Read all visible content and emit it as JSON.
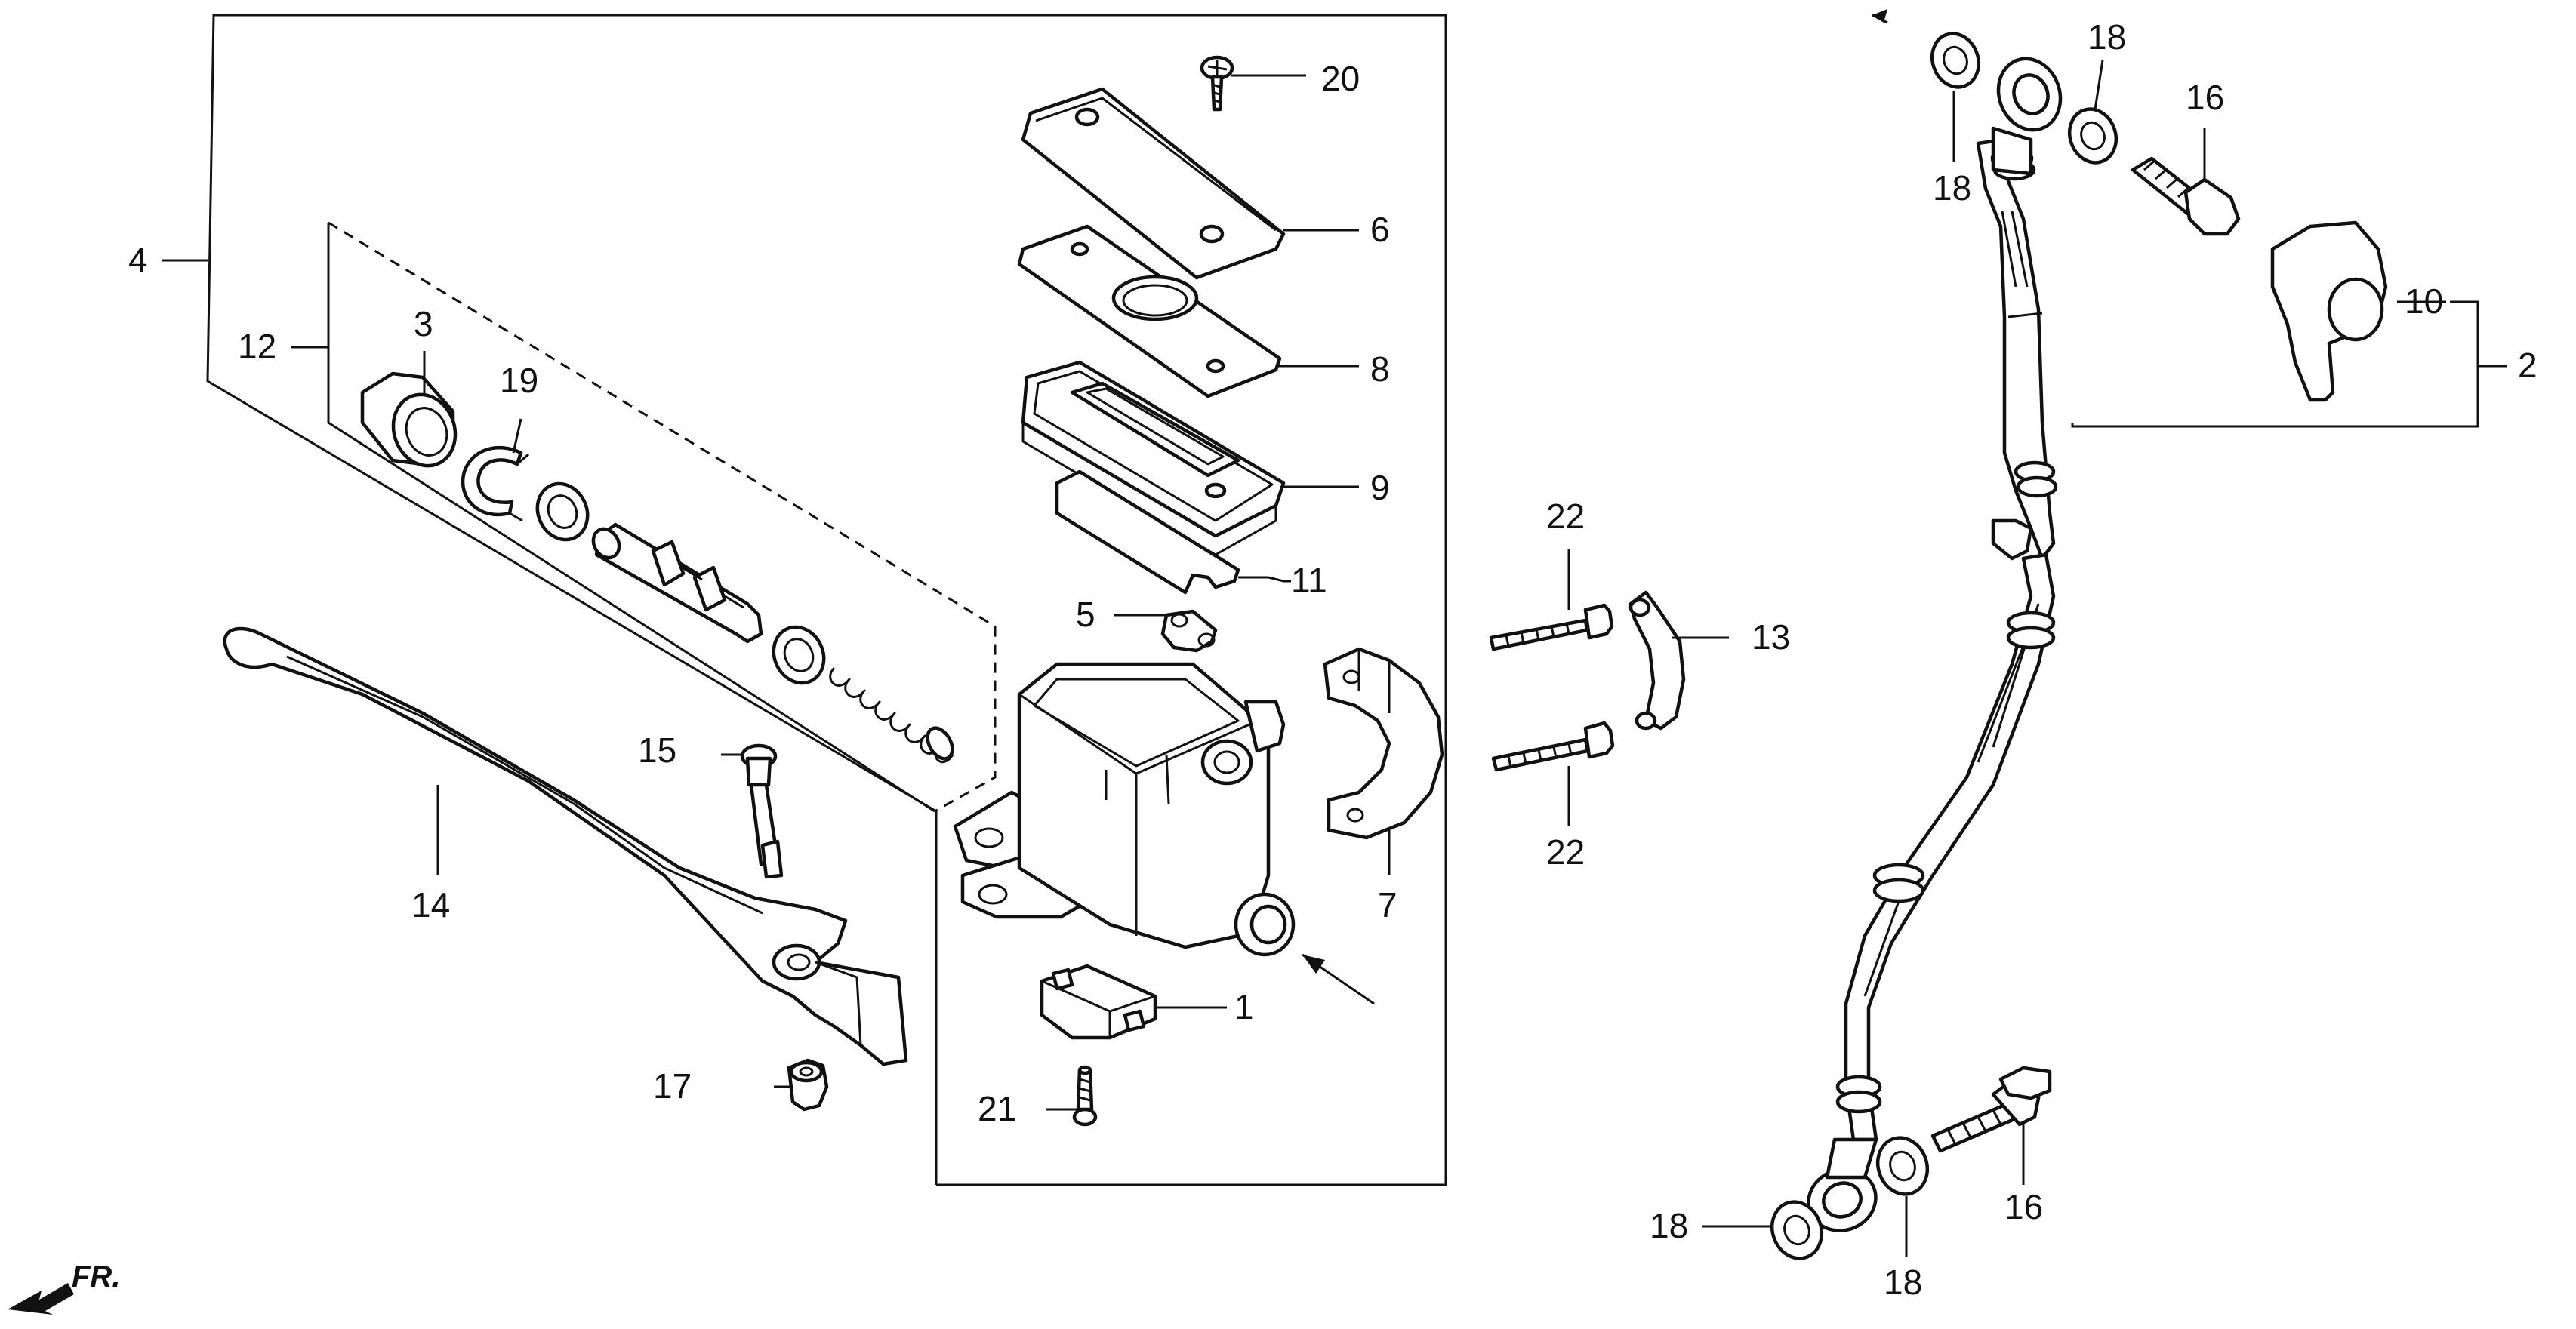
{
  "labels": {
    "p1": "1",
    "p2": "2",
    "p3": "3",
    "p4": "4",
    "p5": "5",
    "p6": "6",
    "p7": "7",
    "p8": "8",
    "p9": "9",
    "p10": "10",
    "p11": "11",
    "p12": "12",
    "p13": "13",
    "p14": "14",
    "p15": "15",
    "p16a": "16",
    "p16b": "16",
    "p17": "17",
    "p18a": "18",
    "p18b": "18",
    "p18c": "18",
    "p18d": "18",
    "p19": "19",
    "p20": "20",
    "p21": "21",
    "p22a": "22",
    "p22b": "22"
  },
  "direction_marker": "FR."
}
